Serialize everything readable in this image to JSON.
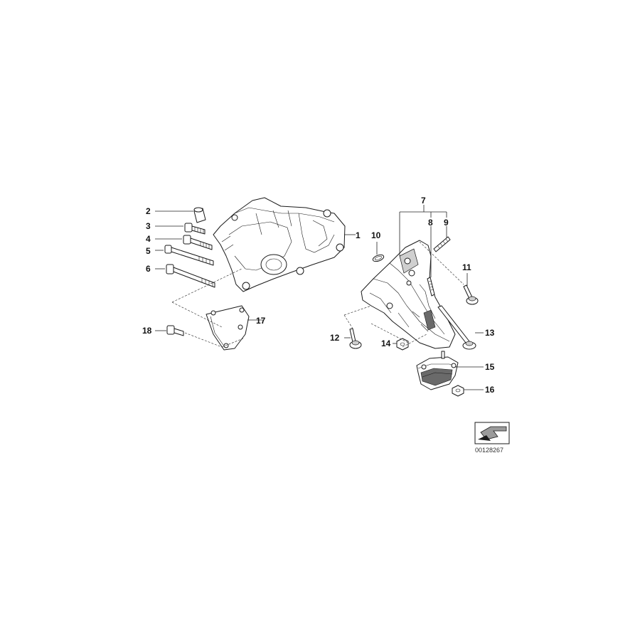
{
  "diagram": {
    "catalog_number": "00128267",
    "callouts": [
      "1",
      "2",
      "3",
      "4",
      "5",
      "6",
      "7",
      "8",
      "9",
      "10",
      "11",
      "12",
      "13",
      "14",
      "15",
      "16",
      "17",
      "18"
    ]
  },
  "icons": {
    "arrow_badge": "direction-arrow-icon"
  }
}
